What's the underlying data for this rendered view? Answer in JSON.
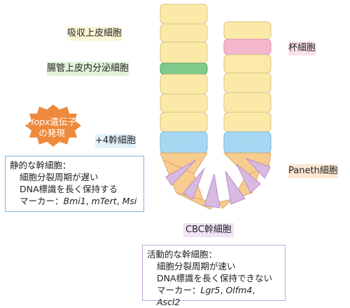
{
  "labels": {
    "absorptive": "吸収上皮細胞",
    "goblet": "杯細胞",
    "enteroendocrine": "腸管上皮内分泌細胞",
    "plus4": "+4幹細胞",
    "paneth": "Paneth細胞",
    "cbc": "CBC幹細胞"
  },
  "hopx_badge": {
    "gene": "Hopx",
    "line1_suffix": "遺伝子",
    "line2": "の発現"
  },
  "quiescent_box": {
    "title": "静的な幹細胞：",
    "line1": "細胞分裂周期が遅い",
    "line2": "DNA標識を長く保持する",
    "marker_prefix": "マーカー：",
    "markers": [
      "Bmi1",
      "mTert",
      "Msi"
    ]
  },
  "active_box": {
    "title": "活動的な幹細胞：",
    "line1": "細胞分裂周期が速い",
    "line2": "DNA標識を長く保持できない",
    "marker_prefix": "マーカー：",
    "markers": [
      "Lgr5",
      "Olfm4",
      "Ascl2"
    ]
  },
  "colors": {
    "absorptive": "#fbe9a8",
    "goblet": "#f4b6cc",
    "enteroendocrine": "#7fc98a",
    "plus4_stem": "#a7d8f2",
    "paneth": "#f8cc8e",
    "cbc_stem": "#d8b9e2",
    "hopx_badge": "#ee8a3c",
    "quiescent_border": "#7fb3df",
    "active_border": "#c7a6dc"
  }
}
